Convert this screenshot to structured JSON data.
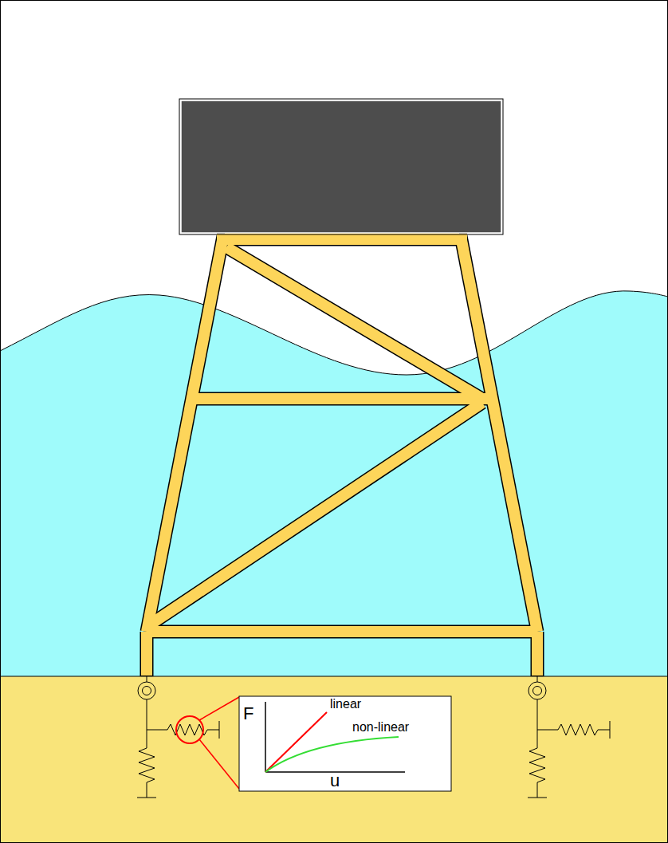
{
  "diagram": {
    "nodes": [
      {
        "text": [
          "F",
          "linear",
          "non-linear",
          "u"
        ]
      }
    ]
  }
}
